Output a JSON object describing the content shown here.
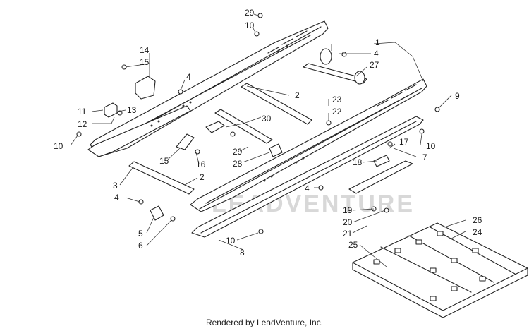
{
  "footer": {
    "credit": "Rendered by LeadVenture, Inc."
  },
  "watermark": {
    "text": "LEADVENTURE"
  },
  "callouts": {
    "c1": "1",
    "c2a": "2",
    "c2b": "2",
    "c3": "3",
    "c4a": "4",
    "c4b": "4",
    "c4c": "4",
    "c4d": "4",
    "c5": "5",
    "c6": "6",
    "c7": "7",
    "c8": "8",
    "c9": "9",
    "c10a": "10",
    "c10b": "10",
    "c10c": "10",
    "c10d": "10",
    "c11": "11",
    "c12": "12",
    "c13": "13",
    "c14": "14",
    "c15a": "15",
    "c15b": "15",
    "c16": "16",
    "c17": "17",
    "c18": "18",
    "c19": "19",
    "c20": "20",
    "c21": "21",
    "c22": "22",
    "c23": "23",
    "c24": "24",
    "c25": "25",
    "c26": "26",
    "c27": "27",
    "c28": "28",
    "c29a": "29",
    "c29b": "29",
    "c30": "30"
  }
}
